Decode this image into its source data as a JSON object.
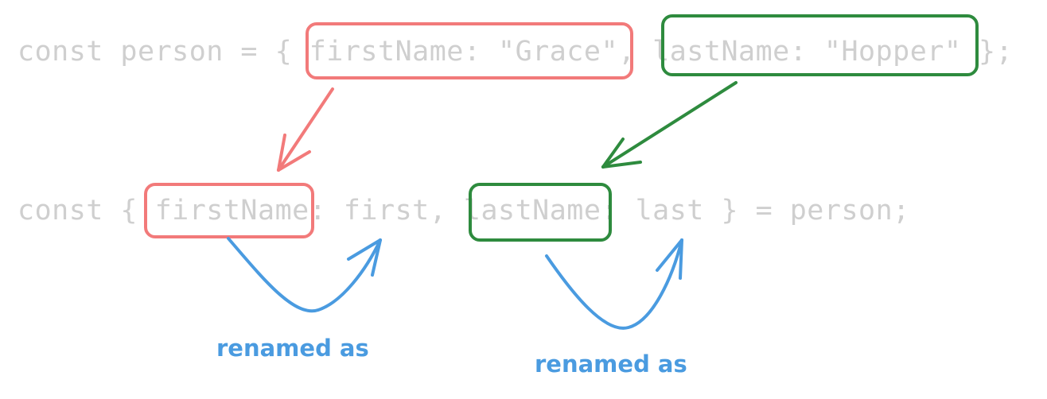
{
  "code": {
    "line1": "const person = { firstName: \"Grace\", lastName: \"Hopper\" };",
    "line2": "const { firstName: first, lastName: last } = person;"
  },
  "annotations": {
    "rename_label_first": "renamed as",
    "rename_label_last": "renamed as"
  },
  "colors": {
    "code_text": "#cfcfcf",
    "firstName_highlight": "#f27a7a",
    "lastName_highlight": "#2e8b3e",
    "rename_arrow": "#4a9be0"
  }
}
